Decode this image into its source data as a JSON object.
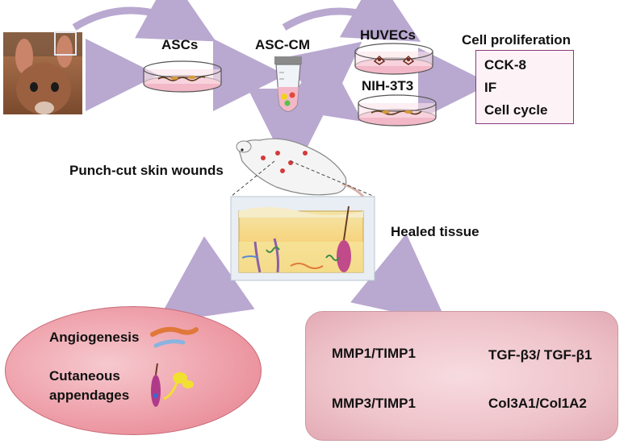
{
  "labels": {
    "ascs": "ASCs",
    "asc_cm": "ASC-CM",
    "huvecs": "HUVECs",
    "nih3t3": "NIH-3T3",
    "cell_proliferation": "Cell proliferation",
    "punch_cut": "Punch-cut skin wounds",
    "healed_tissue": "Healed tissue"
  },
  "proliferation_assays": [
    "CCK-8",
    "IF",
    "Cell cycle"
  ],
  "outcomes_left": {
    "angiogenesis": "Angiogenesis",
    "appendages_line1": "Cutaneous",
    "appendages_line2": "appendages"
  },
  "outcomes_right": {
    "r1c1": "MMP1/TIMP1",
    "r1c2": "TGF-β3/ TGF-β1",
    "r2c1": "MMP3/TIMP1",
    "r2c2": "Col3A1/Col1A2"
  },
  "colors": {
    "arrow": "#b9a8d0",
    "dish_medium": "#f2b8c8",
    "box_border": "#8a3a7e",
    "ellipse_fill": "#f0a7b0",
    "rbox_fill": "#efc4cb"
  }
}
